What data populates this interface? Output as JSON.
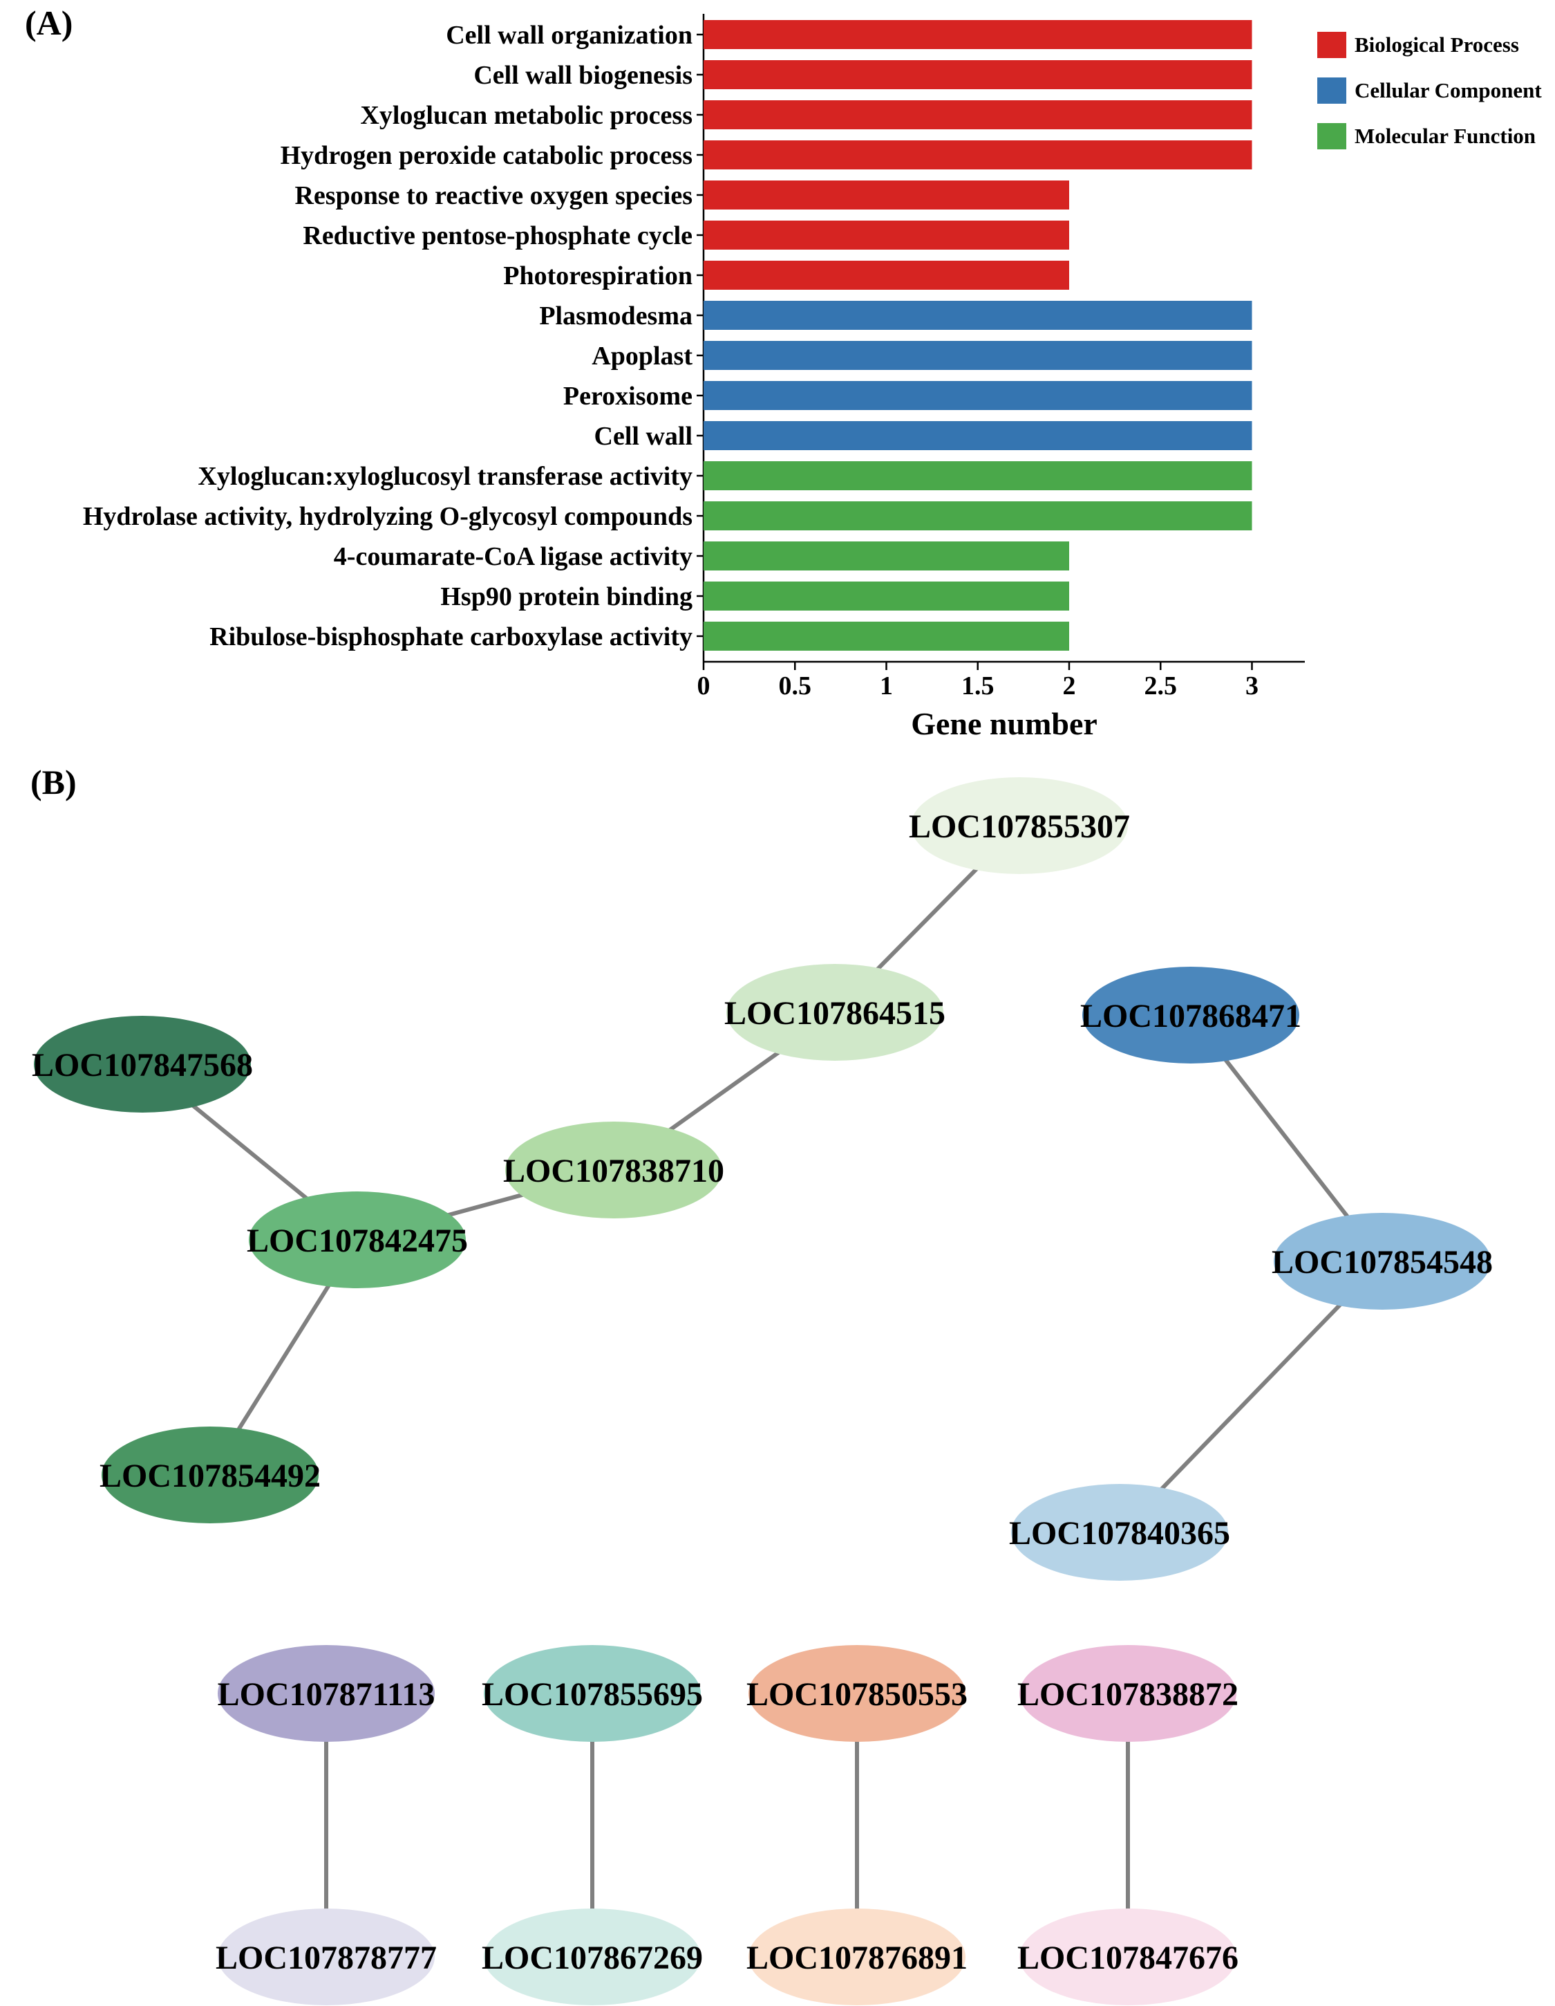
{
  "panel_a": {
    "label": "(A)"
  },
  "panel_b": {
    "label": "(B)"
  },
  "chart_data": {
    "type": "bar",
    "orientation": "horizontal",
    "xlabel": "Gene number",
    "ylabel": "",
    "xlim": [
      0,
      3.3
    ],
    "xticks": [
      "0",
      "0.5",
      "1",
      "1.5",
      "2",
      "2.5",
      "3"
    ],
    "grid": false,
    "legend_position": "top-right",
    "legend": [
      {
        "name": "Biological Process",
        "color": "#d62422"
      },
      {
        "name": "Cellular Component",
        "color": "#3575b1"
      },
      {
        "name": "Molecular Function",
        "color": "#4aa84a"
      }
    ],
    "categories": [
      "Cell wall organization",
      "Cell wall biogenesis",
      "Xyloglucan metabolic process",
      "Hydrogen peroxide catabolic process",
      "Response to reactive oxygen species",
      "Reductive pentose-phosphate cycle",
      "Photorespiration",
      "Plasmodesma",
      "Apoplast",
      "Peroxisome",
      "Cell wall",
      "Xyloglucan:xyloglucosyl transferase activity",
      "Hydrolase activity, hydrolyzing O-glycosyl compounds",
      "4-coumarate-CoA ligase activity",
      "Hsp90 protein binding",
      "Ribulose-bisphosphate carboxylase activity"
    ],
    "values": [
      3,
      3,
      3,
      3,
      2,
      2,
      2,
      3,
      3,
      3,
      3,
      3,
      3,
      2,
      2,
      2
    ],
    "groups": [
      0,
      0,
      0,
      0,
      0,
      0,
      0,
      1,
      1,
      1,
      1,
      2,
      2,
      2,
      2,
      2
    ]
  },
  "network": {
    "nodes": [
      {
        "id": "LOC107855307",
        "color": "#eaf3e4"
      },
      {
        "id": "LOC107864515",
        "color": "#d0e8c9"
      },
      {
        "id": "LOC107838710",
        "color": "#b1dba6"
      },
      {
        "id": "LOC107847568",
        "color": "#3a7d5c"
      },
      {
        "id": "LOC107842475",
        "color": "#68b77b"
      },
      {
        "id": "LOC107854492",
        "color": "#4a9663"
      },
      {
        "id": "LOC107868471",
        "color": "#4b87bc"
      },
      {
        "id": "LOC107854548",
        "color": "#8fbbdc"
      },
      {
        "id": "LOC107840365",
        "color": "#b5d3e7"
      },
      {
        "id": "LOC107871113",
        "color": "#aca6cd"
      },
      {
        "id": "LOC107878777",
        "color": "#e1e0ee"
      },
      {
        "id": "LOC107855695",
        "color": "#98d0c6"
      },
      {
        "id": "LOC107867269",
        "color": "#d3ece7"
      },
      {
        "id": "LOC107850553",
        "color": "#f0b397"
      },
      {
        "id": "LOC107876891",
        "color": "#fbdfcb"
      },
      {
        "id": "LOC107838872",
        "color": "#ecbcd9"
      },
      {
        "id": "LOC107847676",
        "color": "#f9e1ec"
      }
    ],
    "edges": [
      [
        "LOC107855307",
        "LOC107864515"
      ],
      [
        "LOC107864515",
        "LOC107838710"
      ],
      [
        "LOC107838710",
        "LOC107842475"
      ],
      [
        "LOC107847568",
        "LOC107842475"
      ],
      [
        "LOC107842475",
        "LOC107854492"
      ],
      [
        "LOC107868471",
        "LOC107854548"
      ],
      [
        "LOC107854548",
        "LOC107840365"
      ],
      [
        "LOC107871113",
        "LOC107878777"
      ],
      [
        "LOC107855695",
        "LOC107867269"
      ],
      [
        "LOC107850553",
        "LOC107876891"
      ],
      [
        "LOC107838872",
        "LOC107847676"
      ]
    ],
    "edge_color": "#808080"
  }
}
